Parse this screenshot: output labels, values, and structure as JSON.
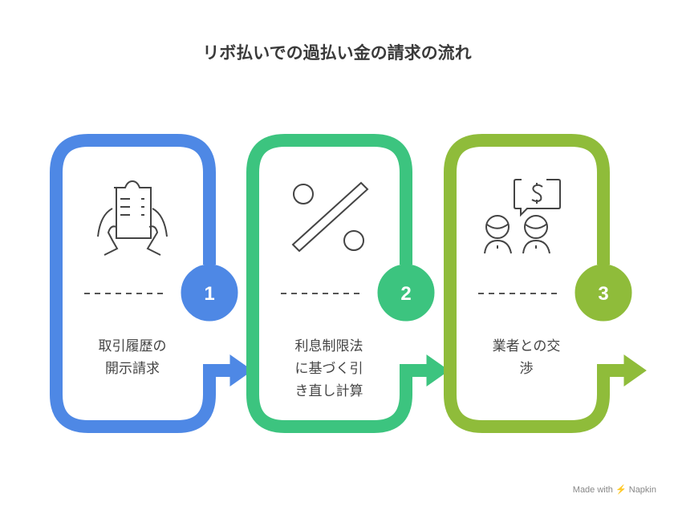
{
  "title": "リボ払いでの過払い金の請求の流れ",
  "steps": [
    {
      "number": "1",
      "label_lines": [
        "取引履歴の",
        "開示請求"
      ],
      "icon": "hands-holding-document-icon",
      "color": "#4E88E5"
    },
    {
      "number": "2",
      "label_lines": [
        "利息制限法",
        "に基づく引",
        "き直し計算"
      ],
      "icon": "percent-icon",
      "color": "#3CC47F"
    },
    {
      "number": "3",
      "label_lines": [
        "業者との交",
        "渉"
      ],
      "icon": "negotiation-icon",
      "color": "#8FBC3A"
    }
  ],
  "credit": {
    "prefix": "Made with",
    "brand": "Napkin"
  }
}
